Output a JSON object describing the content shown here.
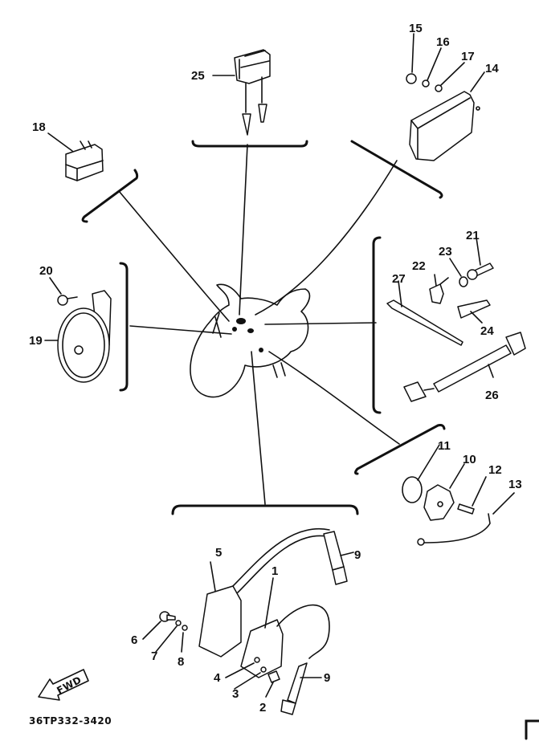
{
  "diagram": {
    "title": "Electrical parts exploded view",
    "catalog_code": "36TP332-3420",
    "forward_arrow_label": "FWD",
    "parts": [
      {
        "no": "1",
        "name": "ignition-coil-1"
      },
      {
        "no": "2",
        "name": "bolt"
      },
      {
        "no": "3",
        "name": "spring-washer"
      },
      {
        "no": "4",
        "name": "washer"
      },
      {
        "no": "5",
        "name": "ignition-coil-2"
      },
      {
        "no": "6",
        "name": "bolt"
      },
      {
        "no": "7",
        "name": "spring-washer"
      },
      {
        "no": "8",
        "name": "washer"
      },
      {
        "no": "9",
        "name": "spark-plug-cap"
      },
      {
        "no": "10",
        "name": "sensor-assembly"
      },
      {
        "no": "11",
        "name": "o-ring"
      },
      {
        "no": "12",
        "name": "screw"
      },
      {
        "no": "13",
        "name": "lead-wire"
      },
      {
        "no": "14",
        "name": "control-unit"
      },
      {
        "no": "15",
        "name": "bolt"
      },
      {
        "no": "16",
        "name": "washer"
      },
      {
        "no": "17",
        "name": "nut"
      },
      {
        "no": "18",
        "name": "relay"
      },
      {
        "no": "19",
        "name": "horn"
      },
      {
        "no": "20",
        "name": "bolt"
      },
      {
        "no": "21",
        "name": "bolt"
      },
      {
        "no": "22",
        "name": "clamp"
      },
      {
        "no": "23",
        "name": "washer"
      },
      {
        "no": "24",
        "name": "clamp"
      },
      {
        "no": "25",
        "name": "connector"
      },
      {
        "no": "26",
        "name": "lead"
      },
      {
        "no": "27",
        "name": "band"
      }
    ]
  }
}
